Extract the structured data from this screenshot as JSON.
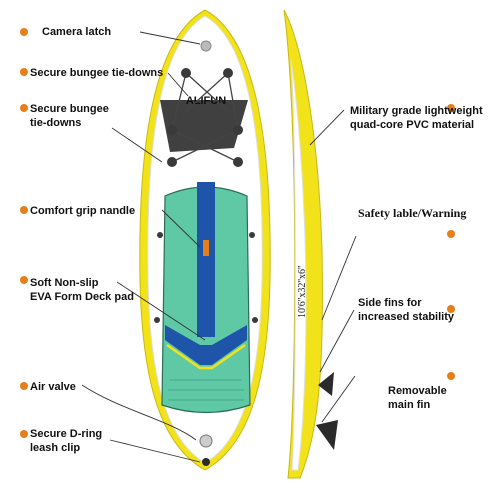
{
  "labels": {
    "camera_latch": "Camera latch",
    "bungee_1": "Secure bungee tie-downs",
    "bungee_2": "Secure bungee\ntie-downs",
    "grip_handle": "Comfort grip nandle",
    "deck_pad": "Soft Non-slip\nEVA Form Deck pad",
    "air_valve": "Air valve",
    "d_ring": "Secure D-ring\nleash clip",
    "pvc": "Military grade lightweight\nquad-core PVC material",
    "safety": "Safety lable/Warning",
    "side_fins": "Side fins for\nincreased stability",
    "main_fin": "Removable\nmain fin"
  },
  "board": {
    "brand": "ALIFUN",
    "size": "10'6''x32''x6''"
  },
  "colors": {
    "accent_dot": "#e67e1a",
    "rail_yellow": "#f2e21a",
    "deck_green": "#5fc9a6",
    "deck_blue": "#1e55a8",
    "pointer": "#333333"
  }
}
